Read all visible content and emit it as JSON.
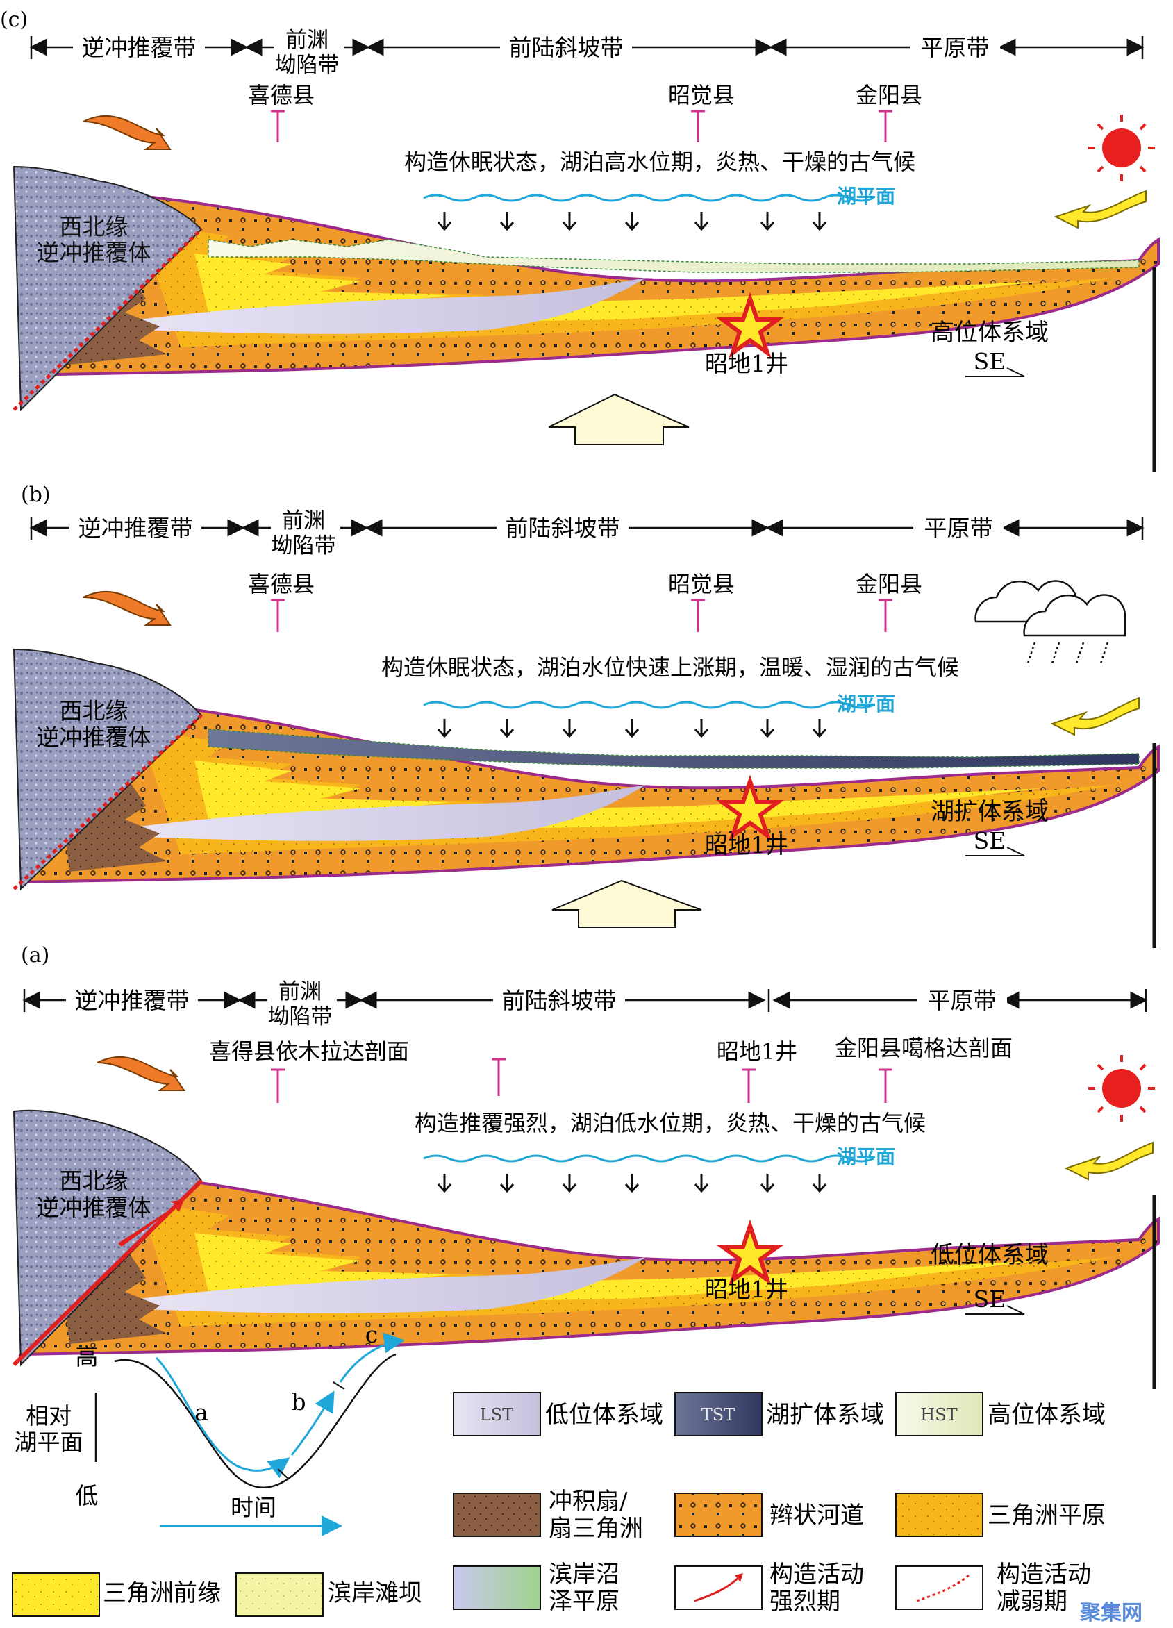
{
  "panels": {
    "c": {
      "label": "(c)",
      "zones": [
        "逆冲推覆带",
        "前渊",
        "坳陷带",
        "前陆斜坡带",
        "平原带"
      ],
      "places": [
        "喜德县",
        "昭觉县",
        "金阳县"
      ],
      "climate": "构造休眠状态，湖泊高水位期，炎热、干燥的古气候",
      "lake_level": "湖平面",
      "thrust_body": [
        "西北缘",
        "逆冲推覆体"
      ],
      "well": "昭地1井",
      "system_tract": "高位体系域",
      "direction": "SE",
      "weather_icon": "sun-icon"
    },
    "b": {
      "label": "(b)",
      "zones": [
        "逆冲推覆带",
        "前渊",
        "坳陷带",
        "前陆斜坡带",
        "平原带"
      ],
      "places": [
        "喜德县",
        "昭觉县",
        "金阳县"
      ],
      "climate": "构造休眠状态，湖泊水位快速上涨期，温暖、湿润的古气候",
      "lake_level": "湖平面",
      "thrust_body": [
        "西北缘",
        "逆冲推覆体"
      ],
      "well": "昭地1井",
      "system_tract": "湖扩体系域",
      "direction": "SE",
      "weather_icon": "rain-cloud-icon"
    },
    "a": {
      "label": "(a)",
      "zones": [
        "逆冲推覆带",
        "前渊",
        "坳陷带",
        "前陆斜坡带",
        "平原带"
      ],
      "places": [
        "喜得县依木拉达剖面",
        "昭地1井",
        "金阳县噶格达剖面"
      ],
      "climate": "构造推覆强烈，湖泊低水位期，炎热、干燥的古气候",
      "lake_level": "湖平面",
      "thrust_body": [
        "西北缘",
        "逆冲推覆体"
      ],
      "well": "昭地1井",
      "system_tract": "低位体系域",
      "direction": "SE",
      "weather_icon": "sun-icon"
    }
  },
  "curve": {
    "high": "高",
    "low": "低",
    "axis_label": [
      "相对",
      "湖平面"
    ],
    "time": "时间",
    "stages": [
      "a",
      "b",
      "c"
    ]
  },
  "legend": [
    {
      "code": "LST",
      "label": "低位体系域",
      "color": "#ddd8ec"
    },
    {
      "code": "TST",
      "label": "湖扩体系域",
      "color": "#4a5478"
    },
    {
      "code": "HST",
      "label": "高位体系域",
      "color": "#f2f4d8"
    },
    {
      "code": "",
      "label": [
        "冲积扇/",
        "扇三角洲"
      ],
      "color": "#8b5e42"
    },
    {
      "code": "",
      "label": "辫状河道",
      "color": "#ef9a2a"
    },
    {
      "code": "",
      "label": "三角洲平原",
      "color": "#f8b51c"
    },
    {
      "code": "",
      "label": "三角洲前缘",
      "color": "#ffe92a"
    },
    {
      "code": "",
      "label": "滨岸滩坝",
      "color": "#f3f5a4"
    },
    {
      "code": "",
      "label": [
        "滨岸沼",
        "泽平原"
      ],
      "color": "#c7c8ea"
    },
    {
      "code": "",
      "label": [
        "构造活动",
        "强烈期"
      ],
      "color": "#e02020"
    },
    {
      "code": "",
      "label": [
        "构造活动",
        "减弱期"
      ],
      "color": "#e02020"
    }
  ],
  "watermark": "聚集网"
}
